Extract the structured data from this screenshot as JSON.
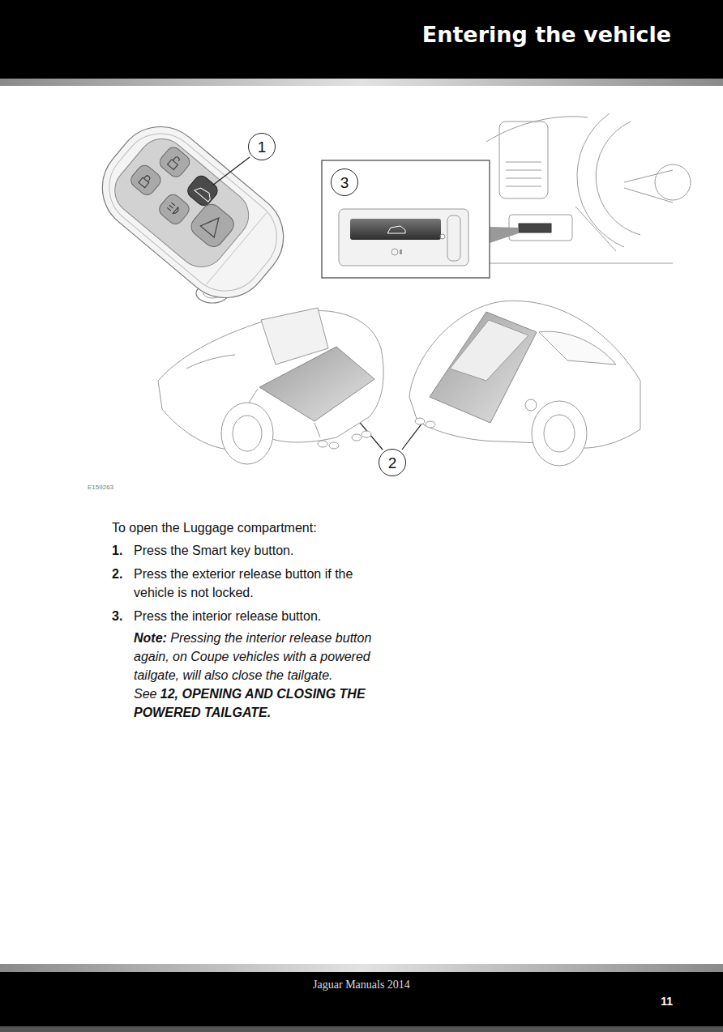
{
  "diagram": {
    "title": "Entering the vehicle",
    "nodes": [
      {
        "text": [
          "1"
        ]
      },
      {
        "text": [
          "3"
        ]
      },
      {
        "text": [
          "2"
        ]
      }
    ],
    "labels": [
      "E159263",
      "To open the Luggage compartment:",
      "1.",
      "Press the Smart key button.",
      "2.",
      "Press the exterior release button if the vehicle is not locked.",
      "3.",
      "Press the interior release button.",
      "Note:",
      "Pressing the interior release button again, on Coupe vehicles with a powered tailgate, will also close the tailgate. See",
      "12, OPENING AND CLOSING THE POWERED TAILGATE.",
      "Jaguar Manuals 2014",
      "11"
    ]
  }
}
